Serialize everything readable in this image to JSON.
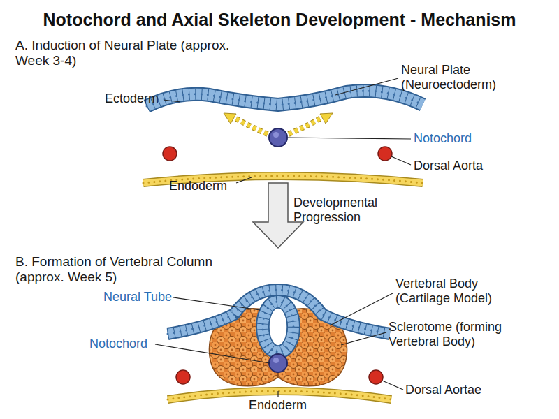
{
  "diagram": {
    "title": "Notochord and Axial Skeleton Development - Mechanism",
    "labels": [
      "A. Induction of Neural Plate (approx. Week 3-4)",
      "Ectoderm",
      "Neural Plate (Neuroectoderm)",
      "Notochord",
      "Dorsal Aorta",
      "Endoderm",
      "Developmental Progression",
      "B. Formation of Vertebral Column (approx. Week 5)",
      "Neural Tube",
      "Vertebral Body (Cartilage Model)",
      "Notochord",
      "Sclerotome (forming Vertebral Body)",
      "Dorsal Aortae",
      "Endoderm"
    ]
  }
}
